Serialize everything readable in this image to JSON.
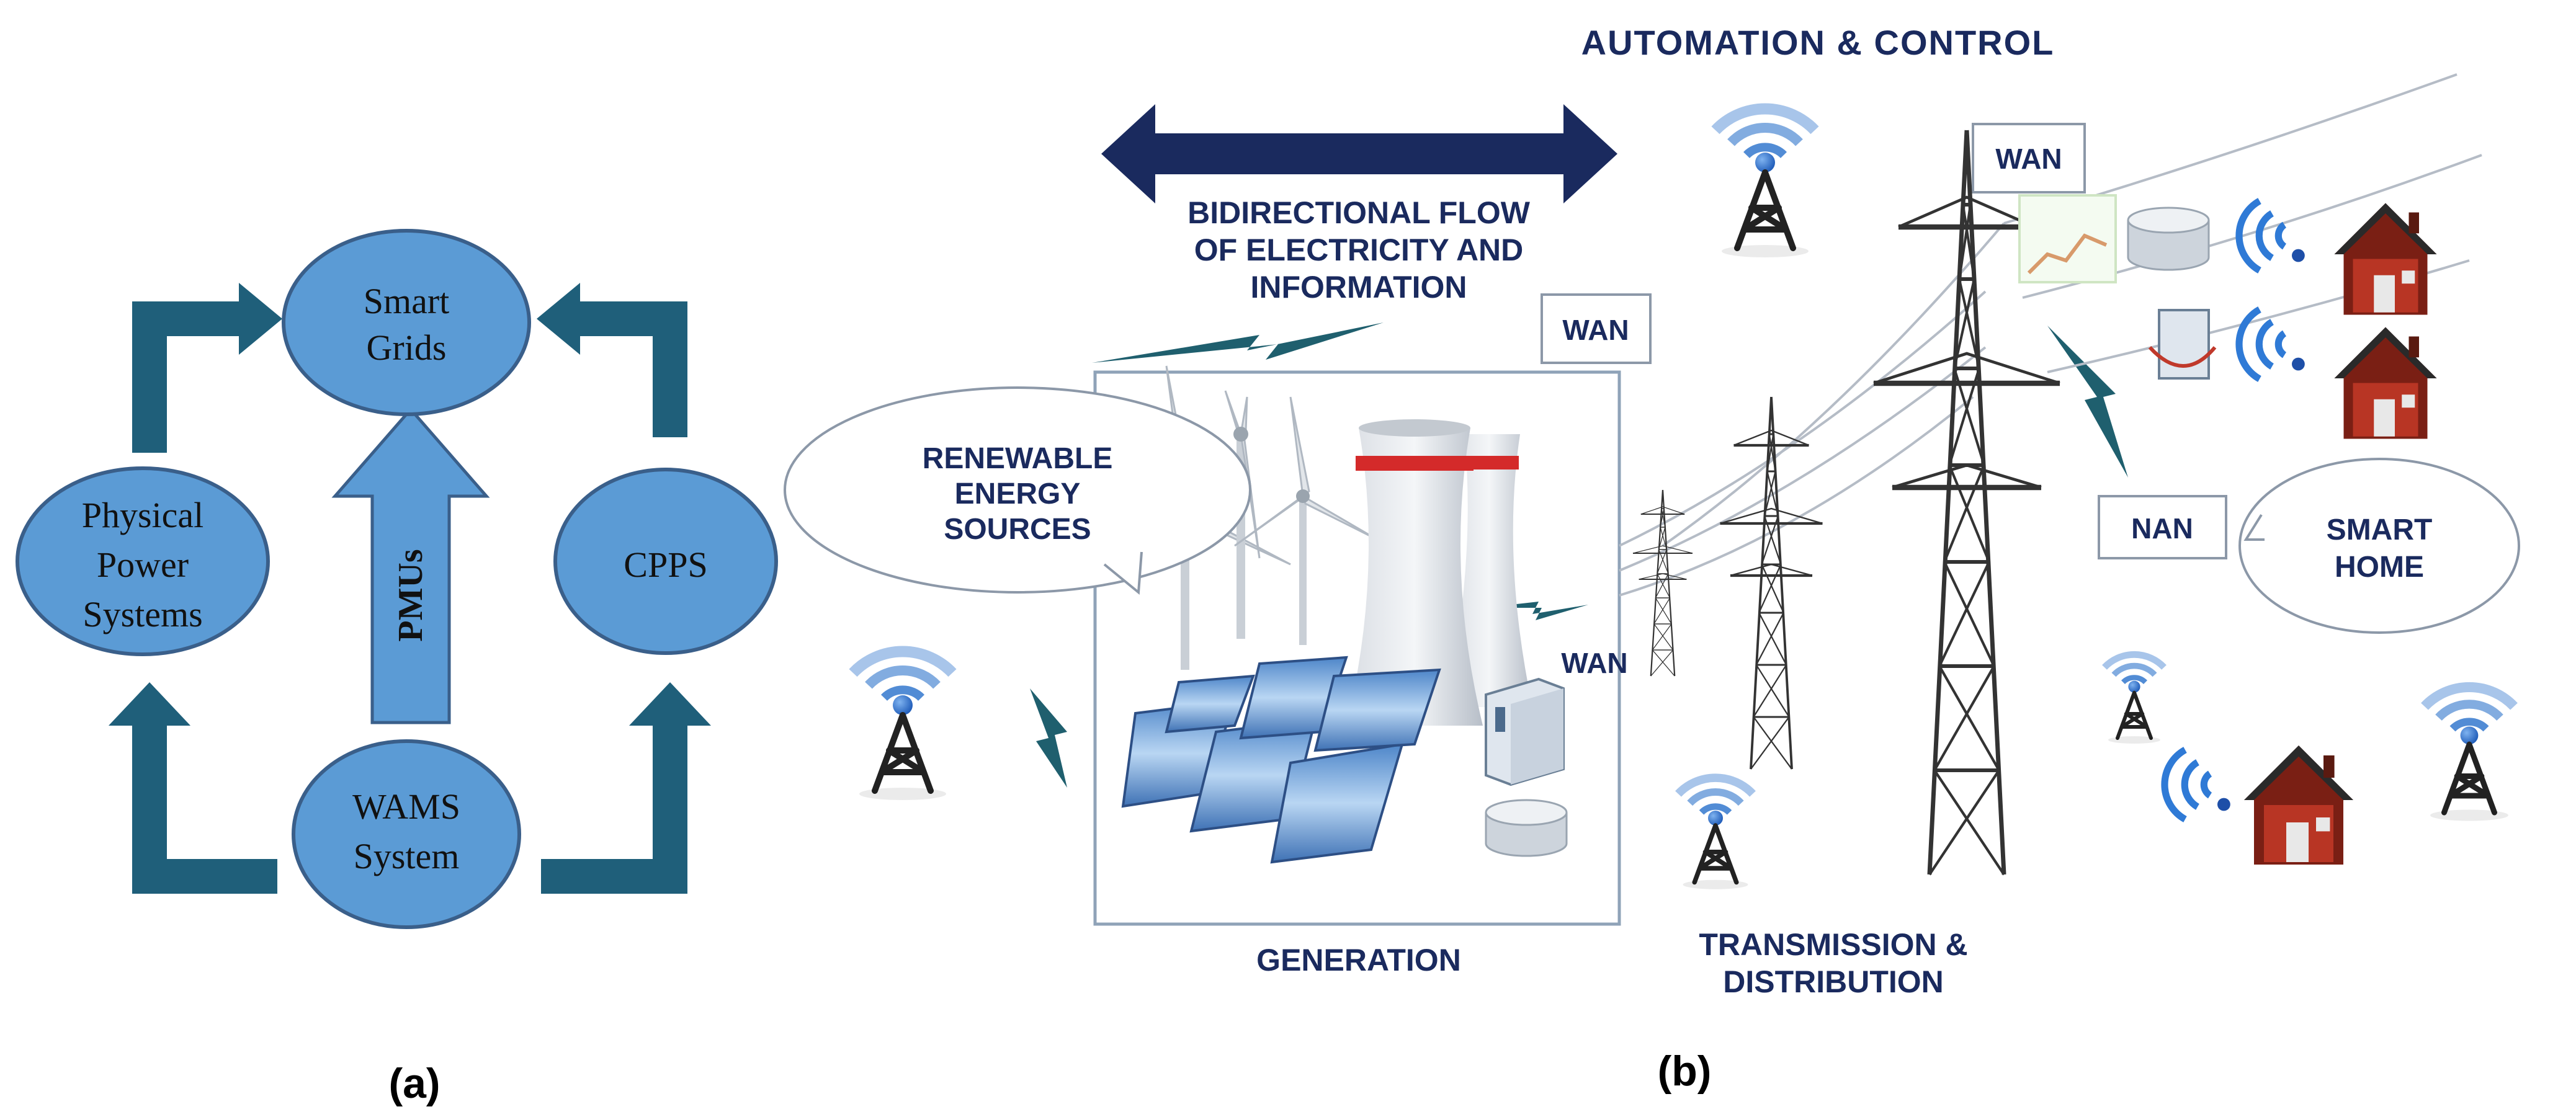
{
  "panel_a": {
    "nodes": {
      "smart_grids": [
        "Smart",
        "Grids"
      ],
      "physical": [
        "Physical",
        "Power",
        "Systems"
      ],
      "cpps": "CPPS",
      "wams": [
        "WAMS",
        "System"
      ]
    },
    "pmu_label": "PMUs",
    "caption": "(a)"
  },
  "panel_b": {
    "title_top": "AUTOMATION & CONTROL",
    "flow_label": [
      "BIDIRECTIONAL FLOW",
      "OF ELECTRICITY AND",
      "INFORMATION"
    ],
    "renewable": [
      "RENEWABLE",
      "ENERGY",
      "SOURCES"
    ],
    "smart_home": [
      "SMART",
      "HOME"
    ],
    "wan": "WAN",
    "nan": "NAN",
    "generation": "GENERATION",
    "transmission": [
      "TRANSMISSION &",
      "DISTRIBUTION"
    ],
    "caption": "(b)"
  },
  "colors": {
    "node_fill": "#5b9bd5",
    "node_stroke": "#3a5f8a",
    "arrow_dark": "#1f5f7a",
    "arrow_blue": "#5b9bd5",
    "navy": "#1a2a5e",
    "sky": "#4a90d9"
  }
}
